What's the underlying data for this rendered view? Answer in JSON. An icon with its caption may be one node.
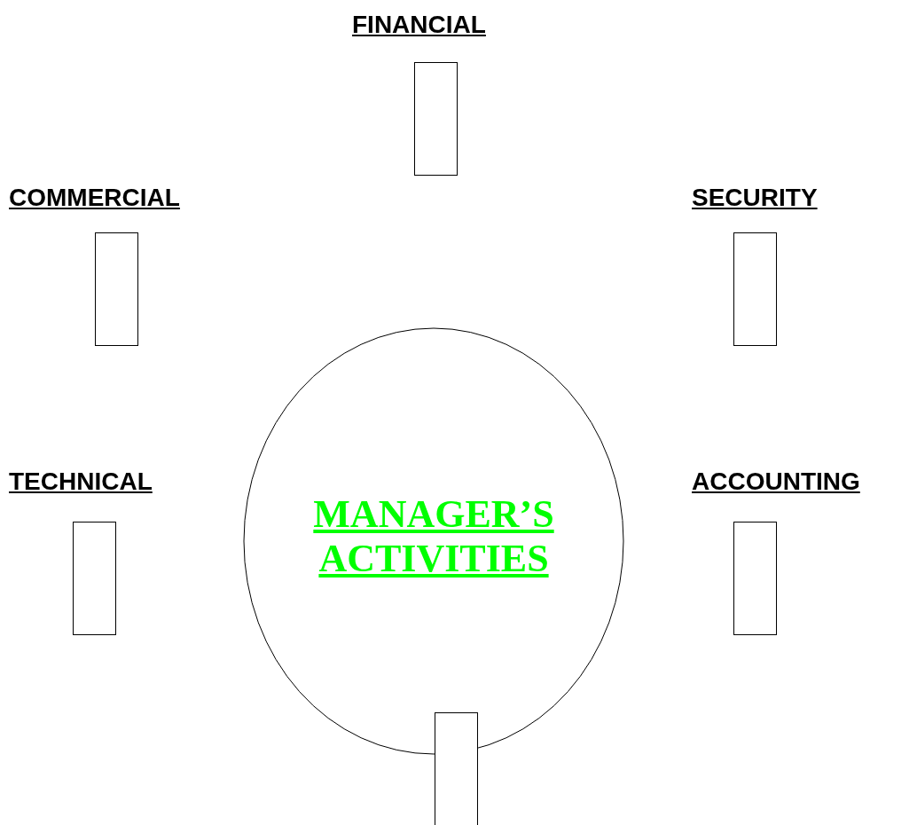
{
  "diagram": {
    "nodes": [
      {
        "text": [
          "FINANCIAL"
        ]
      },
      {
        "text": [
          "COMMERCIAL"
        ]
      },
      {
        "text": [
          "SECURITY"
        ]
      },
      {
        "text": [
          "MANAGER’S ACTIVITIES"
        ]
      },
      {
        "text": [
          "TECHNICAL"
        ]
      },
      {
        "text": [
          "ACCOUNTING"
        ]
      },
      {
        "text": [],
        "shape": "box"
      }
    ]
  }
}
